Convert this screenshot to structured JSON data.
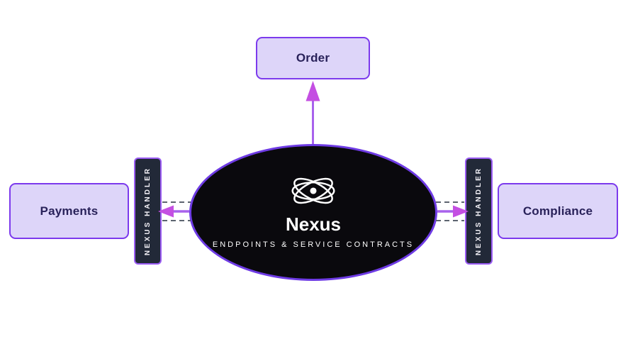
{
  "diagram": {
    "hub": {
      "title": "Nexus",
      "subtitle": "ENDPOINTS & SERVICE CONTRACTS",
      "icon": "atom-icon"
    },
    "nodes": {
      "order": {
        "label": "Order"
      },
      "payments": {
        "label": "Payments"
      },
      "compliance": {
        "label": "Compliance"
      }
    },
    "handlers": {
      "left": {
        "label": "NEXUS HANDLER"
      },
      "right": {
        "label": "NEXUS HANDLER"
      }
    },
    "edges": [
      {
        "from": "Nexus",
        "to": "Order",
        "style": "solid",
        "arrow": "up"
      },
      {
        "from": "Nexus",
        "to": "Payments",
        "via": "NEXUS HANDLER",
        "style": "dashed-channel",
        "arrow": "left"
      },
      {
        "from": "Nexus",
        "to": "Compliance",
        "via": "NEXUS HANDLER",
        "style": "dashed-channel",
        "arrow": "right"
      }
    ],
    "colors": {
      "node_fill": "#ddd5f9",
      "node_border": "#7c3aed",
      "node_text": "#29225a",
      "hub_fill": "#0a090d",
      "hub_border": "#6e3be4",
      "hub_text": "#ffffff",
      "handler_fill": "#222938",
      "handler_border": "#9b5cf4",
      "handler_text": "#f4f2f8",
      "arrow_line": "#a862ec",
      "arrow_head": "#c44fe2",
      "dashed_line": "#5d6470",
      "background": "#ffffff"
    }
  }
}
